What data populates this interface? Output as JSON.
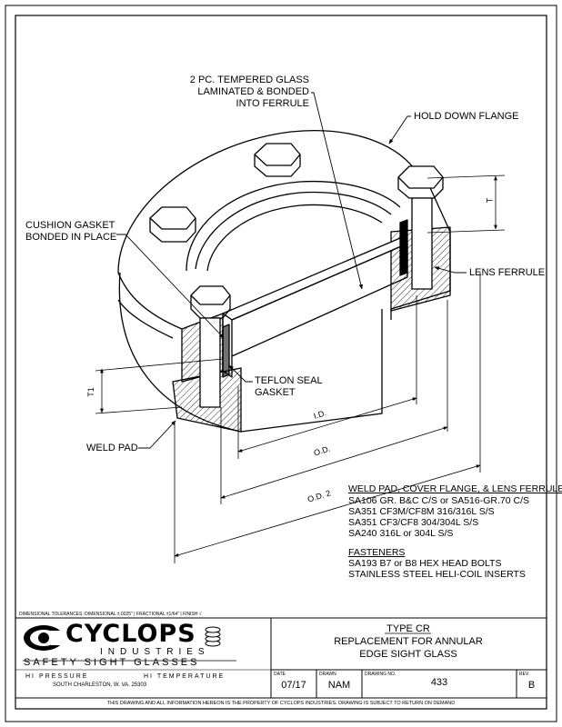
{
  "callouts": {
    "glass_line1": "2 PC. TEMPERED GLASS",
    "glass_line2": "LAMINATED & BONDED",
    "glass_line3": "INTO FERRULE",
    "hold_down_flange": "HOLD DOWN FLANGE",
    "cushion_line1": "CUSHION GASKET",
    "cushion_line2": "BONDED IN PLACE",
    "lens_ferrule": "LENS FERRULE",
    "teflon_line1": "TEFLON SEAL",
    "teflon_line2": "GASKET",
    "weld_pad": "WELD PAD"
  },
  "dimensions": {
    "t": "T",
    "t1": "T1",
    "id": "I.D.",
    "od": "O.D.",
    "od2": "O.D. 2"
  },
  "materials": {
    "heading": "WELD PAD, COVER FLANGE, & LENS FERRULE",
    "lines": [
      "SA106 GR. B&C C/S or SA516-GR.70 C/S",
      "SA351 CF3M/CF8M 316/316L S/S",
      "SA351 CF3/CF8 304/304L S/S",
      "SA240 316L or 304L S/S"
    ],
    "fasteners_heading": "FASTENERS",
    "fasteners_lines": [
      "SA193 B7 or B8 HEX HEAD BOLTS",
      "STAINLESS STEEL HELI-COIL INSERTS"
    ]
  },
  "title_block": {
    "tolerances": "DIMENSIONAL TOLERANCES:  DIMENSIONAL ±.0025\"  |  FRACTIONAL ±1/64\"  |  FINISH √",
    "logo_name": "CYCLOPS",
    "logo_industries": "INDUSTRIES",
    "logo_tagline": "SAFETY SIGHT GLASSES",
    "hi_pressure": "HI PRESSURE",
    "hi_temperature": "HI TEMPERATURE",
    "address": "SOUTH CHARLESTON, W. VA. 25303",
    "type": "TYPE CR",
    "title_line1": "REPLACEMENT FOR ANNULAR",
    "title_line2": "EDGE SIGHT GLASS",
    "date_label": "DATE",
    "date": "07/17",
    "drawn_label": "DRAWN",
    "drawn": "NAM",
    "drawing_no_label": "DRAWING NO.",
    "drawing_no": "433",
    "rev_label": "REV.",
    "rev": "B",
    "footer": "THIS DRAWING AND ALL INFORMATION HEREON IS THE PROPERTY OF CYCLOPS INDUSTRIES.  DRAWING IS SUBJECT TO RETURN ON DEMAND"
  }
}
